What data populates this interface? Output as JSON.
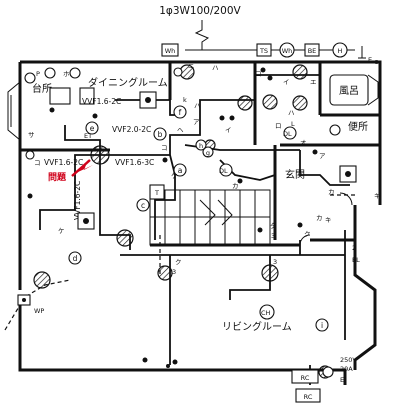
{
  "header": {
    "supply": "1φ3W100/200V"
  },
  "rooms": {
    "kitchen": "台所",
    "dining": "ダイニングルーム",
    "bath": "風呂",
    "toilet": "便所",
    "entrance": "玄関",
    "living": "リビングルーム"
  },
  "panel": {
    "wh_meter": "Wh",
    "ts_box": "TS",
    "wh_circle": "Wh",
    "be": "BE",
    "h_circle": "H",
    "ground": "E",
    "ground_sub": "D"
  },
  "cables": {
    "c1": "VVF1.6-2C",
    "c2": "VVF2.0-2C",
    "c3": "VVF1.6-2C",
    "c4": "VVF1.6-3C",
    "c5": "VVF1.6-2C"
  },
  "problem_label": "問題",
  "letters": {
    "a": "a",
    "b": "b",
    "c": "c",
    "d": "d",
    "e": "e",
    "f": "f",
    "g": "g",
    "h": "h",
    "i": "i"
  },
  "symbols": {
    "p": "P",
    "ko": "コ",
    "ku": "ク",
    "ke": "ケ",
    "ka": "カ",
    "ki": "キ",
    "o": "オ",
    "a": "ア",
    "e": "エ",
    "i": "イ",
    "sa": "サ",
    "ta": "タ",
    "ro": "ロ",
    "ha": "ハ",
    "ni": "ニ",
    "ho": "ホ",
    "he": "ヘ",
    "et": "ET",
    "t": "T",
    "ch": "CH",
    "dl": "DL",
    "rc": "RC",
    "wp": "WP",
    "el": "EL",
    "n3": "3",
    "n2": "2",
    "l": "L",
    "k": "k",
    "dep": "250V\n20A"
  },
  "outlet_rating": {
    "v": "250V",
    "a": "20A"
  }
}
